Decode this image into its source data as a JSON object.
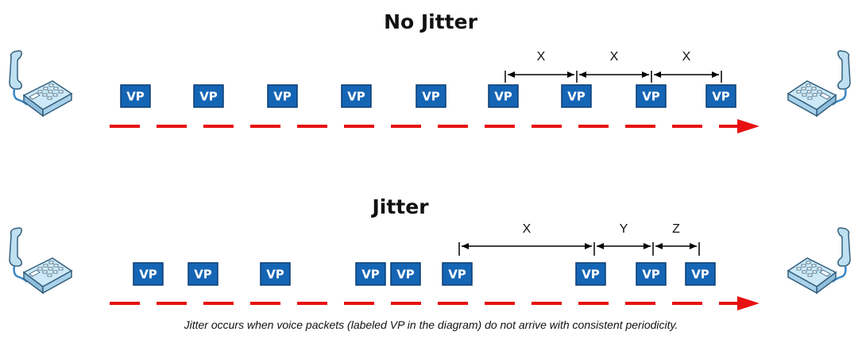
{
  "diagram": {
    "top": {
      "title": "No Jitter",
      "packet_label": "VP",
      "packet_count": 9,
      "gap_labels": [
        "X",
        "X",
        "X"
      ]
    },
    "bottom": {
      "title": "Jitter",
      "packet_label": "VP",
      "packet_count": 9,
      "gap_labels": [
        "X",
        "Y",
        "Z"
      ]
    },
    "caption": "Jitter occurs when voice packets (labeled VP in the diagram) do not arrive with consistent periodicity.",
    "colors": {
      "packet_fill": "#1565b5",
      "packet_border": "#0b3d73",
      "arrow": "#e81010",
      "phone_body": "#bfe0f2",
      "phone_outline": "#35607c",
      "phone_cord": "#3a87c4"
    },
    "icons": [
      "ip-phone-icon"
    ]
  }
}
